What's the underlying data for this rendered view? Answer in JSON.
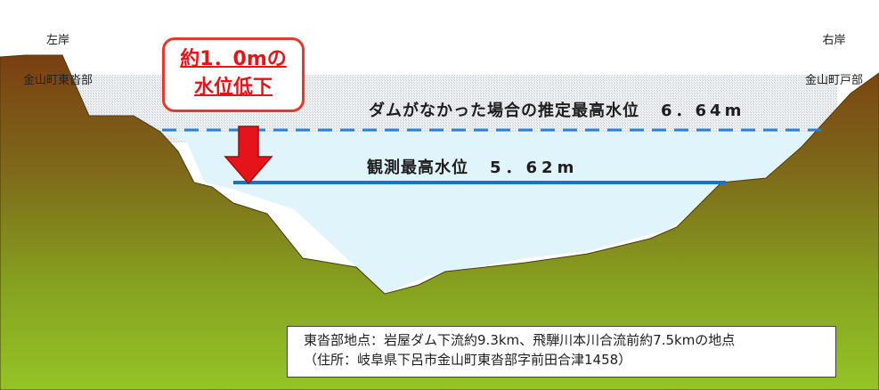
{
  "banks": {
    "left": {
      "side": "左岸",
      "place": "金山町東沓部"
    },
    "right": {
      "side": "右岸",
      "place": "金山町戸部"
    }
  },
  "callout": {
    "line1": "約1．0mの",
    "line2": "水位低下"
  },
  "levels": {
    "estimated": {
      "label": "ダムがなかった場合の推定最高水位",
      "value": "6．64m",
      "color": "#2f7fd0"
    },
    "observed": {
      "label": "観測最高水位",
      "value": "5．62m",
      "color": "#1f6fc6"
    }
  },
  "info": {
    "line1": "東沓部地点：岩屋ダム下流約9.3km、飛騨川本川合流前約7.5kmの地点",
    "line2": "（住所：岐阜県下呂市金山町東沓部字前田合津1458）"
  },
  "colors": {
    "arrow": "#e5141b",
    "water": "#dff4fb",
    "hatch": "#d4d8dc",
    "ground_top": "#8a4a16",
    "ground_bottom": "#8fbf22"
  }
}
